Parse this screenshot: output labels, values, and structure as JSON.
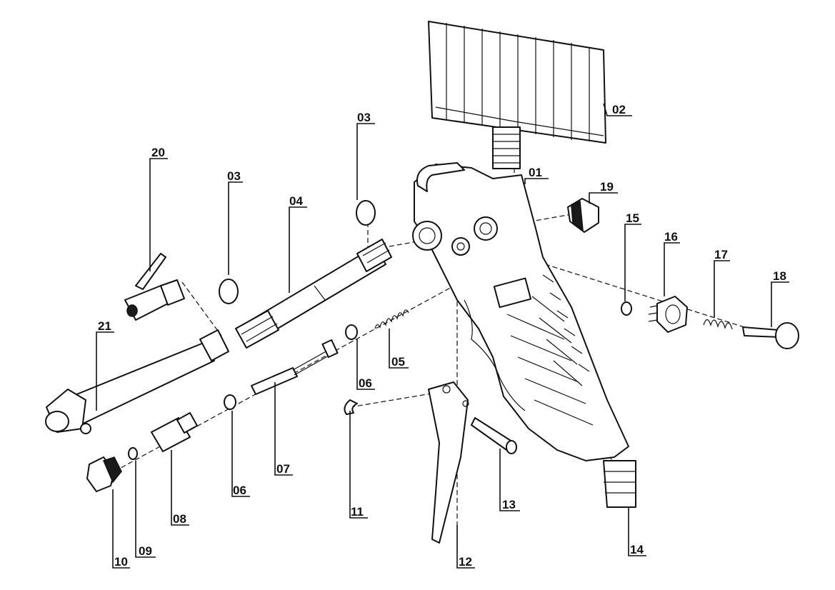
{
  "title": "Foam gun exploded view",
  "labels": {
    "p01": "01",
    "p02": "02",
    "p03a": "03",
    "p03b": "03",
    "p04": "04",
    "p05": "05",
    "p06a": "06",
    "p06b": "06",
    "p07": "07",
    "p08": "08",
    "p09": "09",
    "p10": "10",
    "p11": "11",
    "p12": "12",
    "p13": "13",
    "p14": "14",
    "p15": "15",
    "p16": "16",
    "p17": "17",
    "p18": "18",
    "p19": "19",
    "p20": "20",
    "p21": "21"
  },
  "colors": {
    "line": "#111111",
    "background": "#ffffff"
  }
}
